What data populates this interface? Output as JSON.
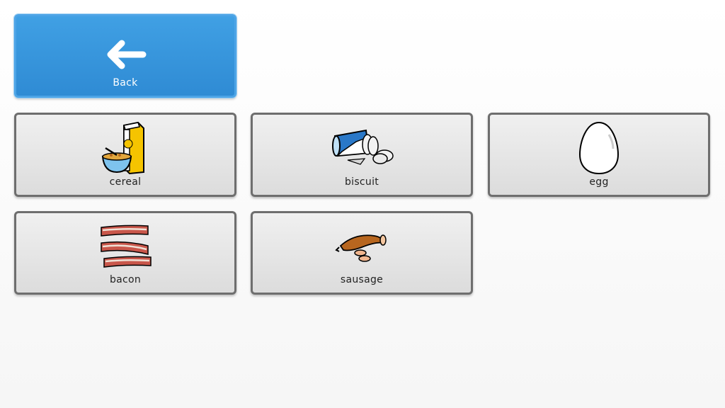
{
  "back": {
    "label": "Back",
    "icon": "arrow-left-icon"
  },
  "tiles": [
    {
      "label": "cereal",
      "icon": "cereal-box-icon"
    },
    {
      "label": "biscuit",
      "icon": "biscuit-tube-icon"
    },
    {
      "label": "egg",
      "icon": "egg-icon"
    },
    {
      "label": "bacon",
      "icon": "bacon-icon"
    },
    {
      "label": "sausage",
      "icon": "sausage-icon"
    }
  ],
  "colors": {
    "back_bg": "#3896dc",
    "tile_border": "#6e6e6e",
    "tile_bg": "#e4e4e4"
  }
}
